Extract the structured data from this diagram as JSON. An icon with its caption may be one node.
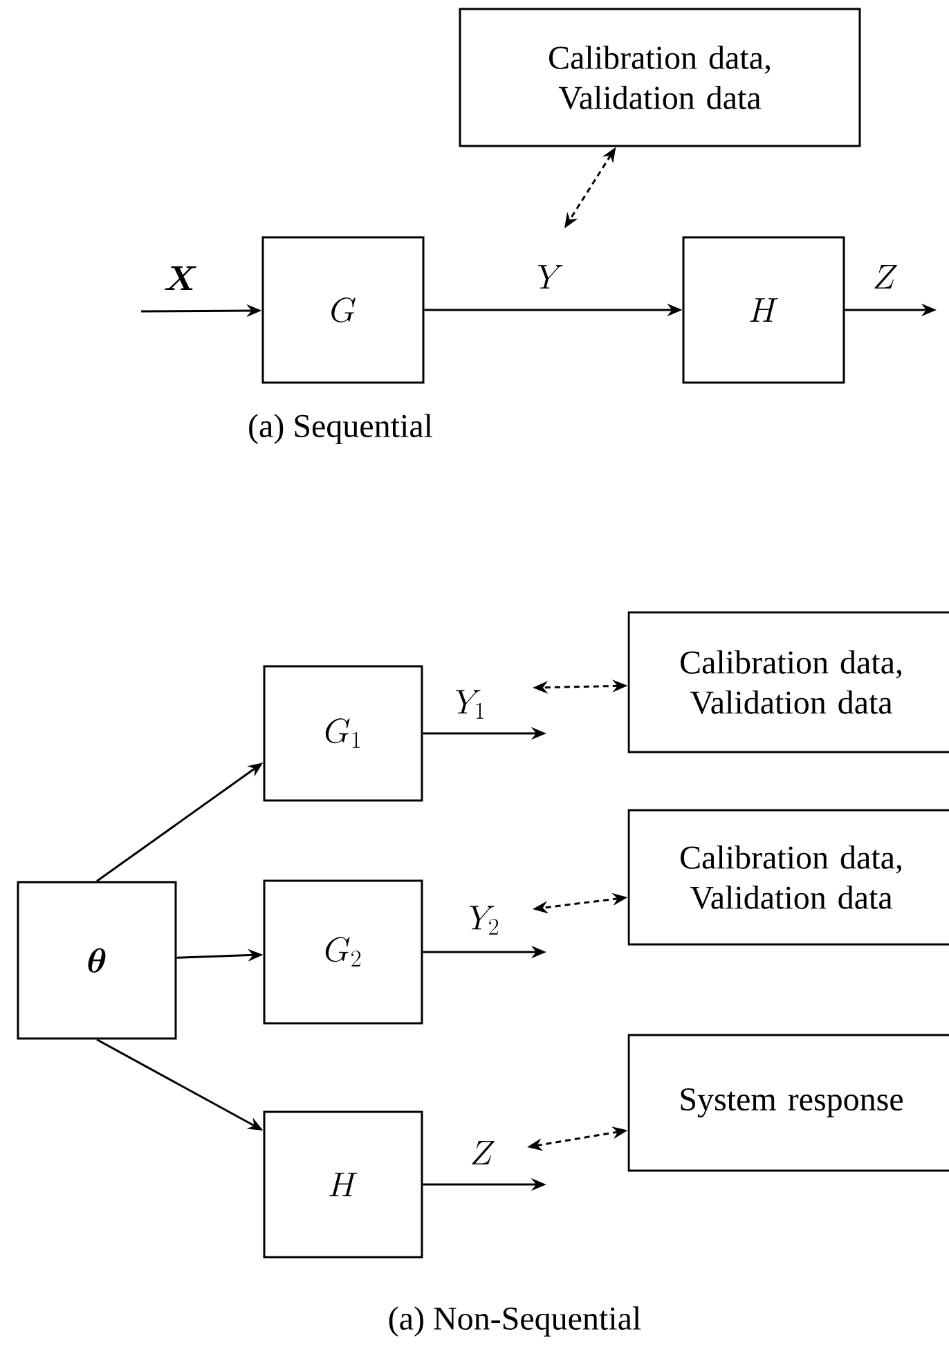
{
  "diagram": {
    "nodes": [
      {
        "text": [
          "Calibration data, Validation data"
        ]
      },
      {
        "text": [
          "G"
        ]
      },
      {
        "text": [
          "H"
        ]
      },
      {
        "text": [
          "\\boldsymbol{\\theta}"
        ]
      },
      {
        "text": [
          "G_1"
        ]
      },
      {
        "text": [
          "G_2"
        ]
      },
      {
        "text": [
          "H"
        ]
      },
      {
        "text": [
          "Calibration data, Validation data"
        ]
      },
      {
        "text": [
          "Calibration data, Validation data"
        ]
      },
      {
        "text": [
          "System response"
        ]
      }
    ],
    "edges": [
      {
        "from": null,
        "to": 1,
        "arrow": "to",
        "label": "\\boldsymbol{X}"
      },
      {
        "from": 1,
        "to": 2,
        "arrow": "to",
        "label": "Y"
      },
      {
        "from": 2,
        "to": null,
        "arrow": "to",
        "label": "Z"
      },
      {
        "from": 0,
        "to": null,
        "arrow": "both",
        "style": "dashed"
      },
      {
        "from": 3,
        "to": 4,
        "arrow": "to"
      },
      {
        "from": 3,
        "to": 5,
        "arrow": "to"
      },
      {
        "from": 3,
        "to": 6,
        "arrow": "to"
      },
      {
        "from": 4,
        "to": null,
        "arrow": "to",
        "label": "Y_1"
      },
      {
        "from": 5,
        "to": null,
        "arrow": "to",
        "label": "Y_2"
      },
      {
        "from": 6,
        "to": null,
        "arrow": "to",
        "label": "Z"
      },
      {
        "from": 7,
        "to": null,
        "arrow": "both",
        "style": "dashed"
      },
      {
        "from": 8,
        "to": null,
        "arrow": "both",
        "style": "dashed"
      },
      {
        "from": 9,
        "to": null,
        "arrow": "both",
        "style": "dashed"
      }
    ],
    "labels": [
      "(a) Sequential",
      "(a) Non-Sequential"
    ]
  }
}
